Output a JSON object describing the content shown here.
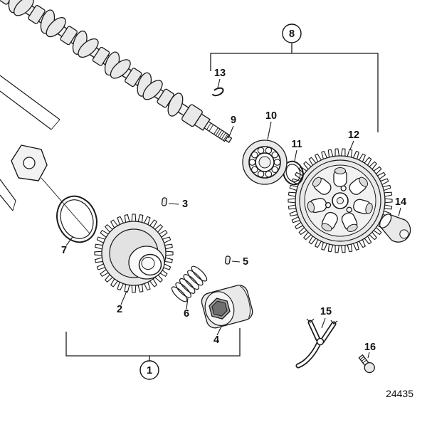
{
  "drawing_number": "24435",
  "callouts": {
    "1": "1",
    "2": "2",
    "3": "3",
    "4": "4",
    "5": "5",
    "6": "6",
    "7": "7",
    "8": "8",
    "9": "9",
    "10": "10",
    "11": "11",
    "12": "12",
    "13": "13",
    "14": "14",
    "15": "15",
    "16": "16"
  }
}
